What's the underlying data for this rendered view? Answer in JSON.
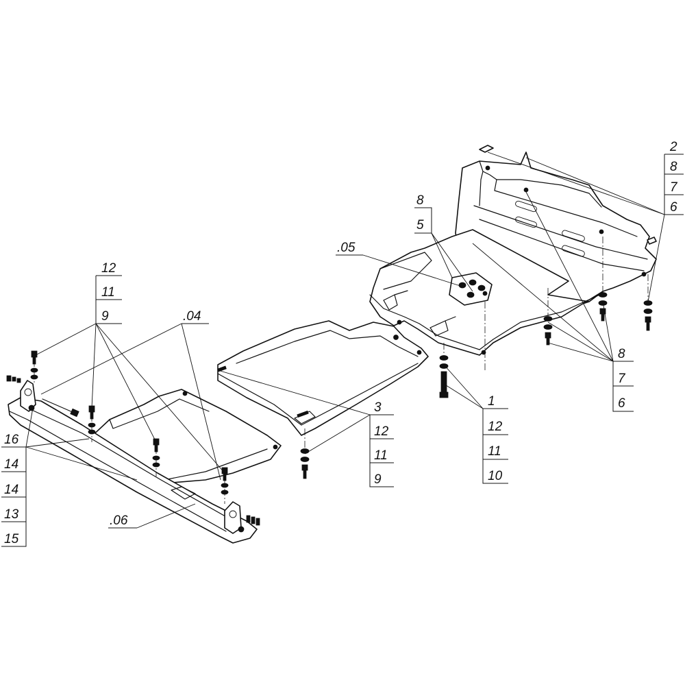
{
  "colors": {
    "line": "#111111",
    "background": "#ffffff"
  },
  "labels": {
    "l2": "2",
    "l8a": "8",
    "l7a": "7",
    "l6a": "6",
    "l8b": "8",
    "l5": "5",
    "l05": ".05",
    "l8c": "8",
    "l7c": "7",
    "l6c": "6",
    "l1": "1",
    "l12b": "12",
    "l11b": "11",
    "l10": "10",
    "l3": "3",
    "l12c": "12",
    "l11c": "11",
    "l9c": "9",
    "l12a": "12",
    "l11a": "11",
    "l9a": "9",
    "l04": ".04",
    "l16": "16",
    "l14a": "14",
    "l14b": "14",
    "l13": "13",
    "l15": "15",
    "l06": ".06"
  }
}
